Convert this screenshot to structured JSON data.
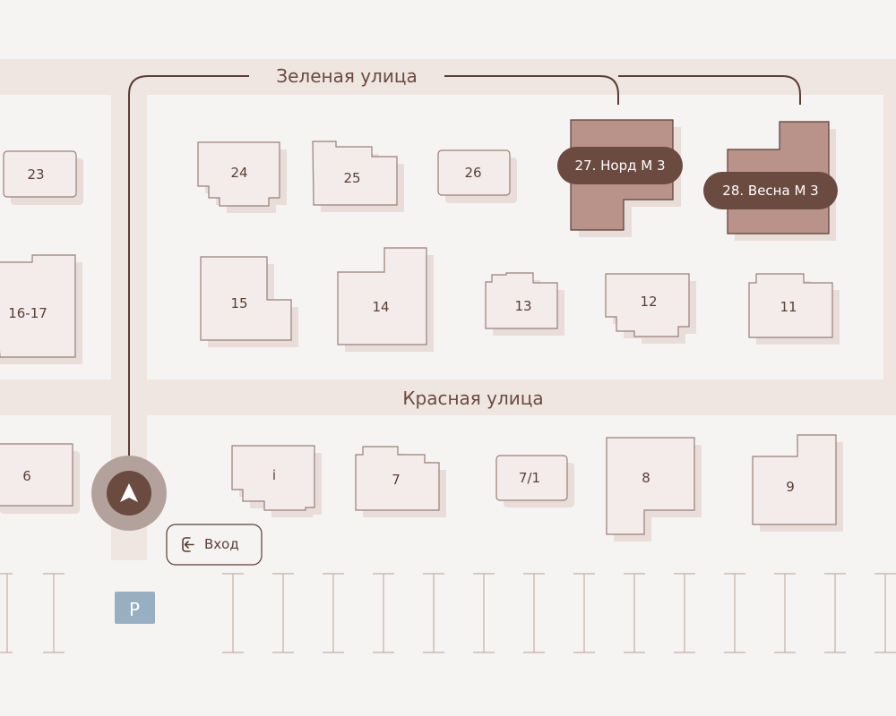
{
  "streets": {
    "top": "Зеленая улица",
    "middle": "Красная улица"
  },
  "buildings": [
    {
      "id": "b23",
      "label": "23"
    },
    {
      "id": "b24",
      "label": "24"
    },
    {
      "id": "b25",
      "label": "25"
    },
    {
      "id": "b26",
      "label": "26"
    },
    {
      "id": "b27",
      "label": "27. Норд М 3",
      "highlighted": true
    },
    {
      "id": "b28",
      "label": "28. Весна М 3",
      "highlighted": true
    },
    {
      "id": "b16-17",
      "label": "16-17"
    },
    {
      "id": "b15",
      "label": "15"
    },
    {
      "id": "b14",
      "label": "14"
    },
    {
      "id": "b13",
      "label": "13"
    },
    {
      "id": "b12",
      "label": "12"
    },
    {
      "id": "b11",
      "label": "11"
    },
    {
      "id": "b6",
      "label": "6"
    },
    {
      "id": "bi",
      "label": "i"
    },
    {
      "id": "b7",
      "label": "7"
    },
    {
      "id": "b7-1",
      "label": "7/1"
    },
    {
      "id": "b8",
      "label": "8"
    },
    {
      "id": "b9",
      "label": "9"
    }
  ],
  "entrance": {
    "label": "Вход",
    "icon": "login-arrow-icon"
  },
  "parking": {
    "label": "P",
    "icon": "parking-icon"
  },
  "location_marker": {
    "icon": "navigation-arrow-icon"
  },
  "colors": {
    "background": "#f6f4f2",
    "road": "#f0e6e1",
    "building_fill": "#f4ecea",
    "building_stroke": "#9a7f77",
    "building_shadow": "#e8ddd9",
    "highlight_fill": "#b9938a",
    "highlight_tag": "#6b4a40",
    "route_line": "#5a3e35",
    "marker_halo": "#b3a29c",
    "parking": "#97afc0",
    "parking_lines": "#c4aea6"
  }
}
